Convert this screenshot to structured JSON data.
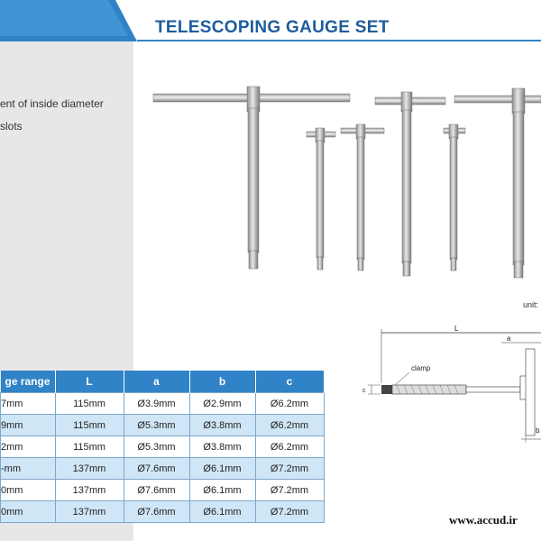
{
  "title": "TELESCOPING GAUGE SET",
  "description_lines": [
    "ent of inside diameter",
    "slots"
  ],
  "unit_label": "unit:",
  "table": {
    "headers": [
      "ge range",
      "L",
      "a",
      "b",
      "c"
    ],
    "rows": [
      [
        "7mm",
        "115mm",
        "Ø3.9mm",
        "Ø2.9mm",
        "Ø6.2mm"
      ],
      [
        "9mm",
        "115mm",
        "Ø5.3mm",
        "Ø3.8mm",
        "Ø6.2mm"
      ],
      [
        "2mm",
        "115mm",
        "Ø5.3mm",
        "Ø3.8mm",
        "Ø6.2mm"
      ],
      [
        "-mm",
        "137mm",
        "Ø7.6mm",
        "Ø6.1mm",
        "Ø7.2mm"
      ],
      [
        "0mm",
        "137mm",
        "Ø7.6mm",
        "Ø6.1mm",
        "Ø7.2mm"
      ],
      [
        "0mm",
        "137mm",
        "Ø7.6mm",
        "Ø6.1mm",
        "Ø7.2mm"
      ]
    ]
  },
  "drawing": {
    "L_label": "L",
    "a_label": "a",
    "b_label": "b",
    "c_label": "c",
    "clamp_label": "clamp"
  },
  "website": "www.accud.ir",
  "colors": {
    "title": "#1f5d9c",
    "header_blue": "#2f83c6",
    "row_light_blue": "#cfe6f6",
    "panel_grey": "#e7e7e7"
  }
}
